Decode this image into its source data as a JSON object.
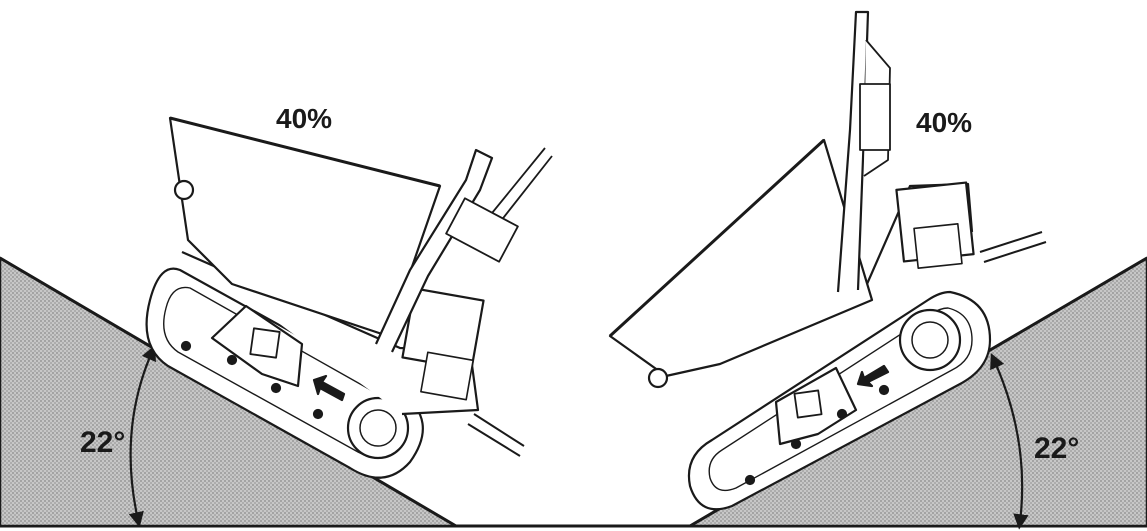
{
  "left_slope": {
    "grade_label": "40%",
    "angle_label": "22°"
  },
  "right_slope": {
    "grade_label": "40%",
    "angle_label": "22°"
  },
  "colors": {
    "ink": "#1a1a1a",
    "slope_fill": "#b9b9b9",
    "paper": "#ffffff"
  }
}
